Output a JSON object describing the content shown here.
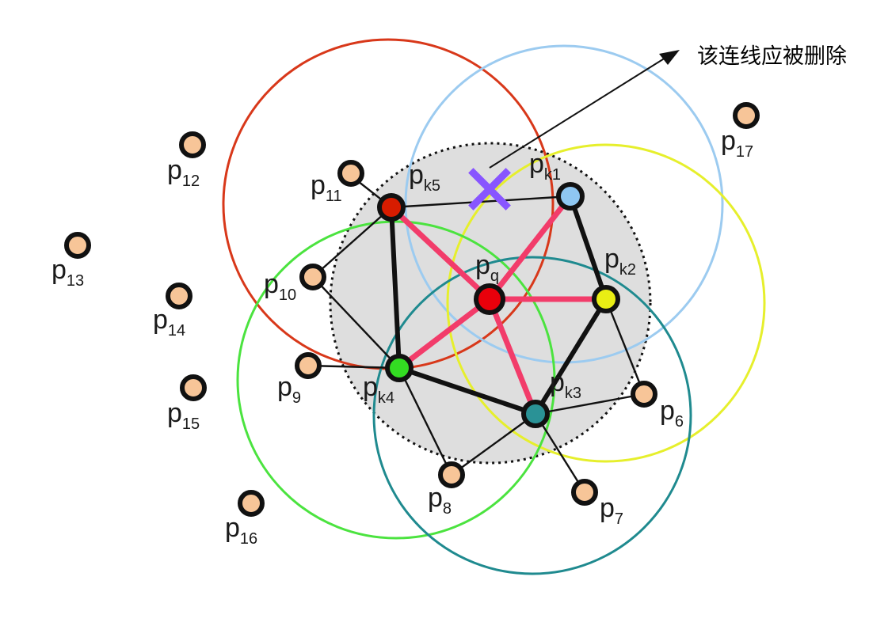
{
  "annotation": {
    "text": "该连线应被删除",
    "marker": "✕"
  },
  "colors": {
    "query": "#e8000b",
    "k1": "#8fc7f2",
    "k2": "#e9ee14",
    "k3": "#2a9296",
    "k4": "#33dd22",
    "k5": "#d81c00",
    "plain": "#f7c598",
    "circle_k1": "#9ccbf0",
    "circle_k2": "#e6ef2c",
    "circle_k3": "#1f8a8f",
    "circle_k4": "#4be33f",
    "circle_k5": "#d8381a",
    "pink": "#f23c6a",
    "mark": "#8855ff",
    "shade": "#dedede"
  },
  "points": {
    "q": {
      "base": "p",
      "sub": "q"
    },
    "k1": {
      "base": "p",
      "sub": "k1"
    },
    "k2": {
      "base": "p",
      "sub": "k2"
    },
    "k3": {
      "base": "p",
      "sub": "k3"
    },
    "k4": {
      "base": "p",
      "sub": "k4"
    },
    "k5": {
      "base": "p",
      "sub": "k5"
    },
    "p6": {
      "base": "p",
      "sub": "6"
    },
    "p7": {
      "base": "p",
      "sub": "7"
    },
    "p8": {
      "base": "p",
      "sub": "8"
    },
    "p9": {
      "base": "p",
      "sub": "9"
    },
    "p10": {
      "base": "p",
      "sub": "10"
    },
    "p11": {
      "base": "p",
      "sub": "11"
    },
    "p12": {
      "base": "p",
      "sub": "12"
    },
    "p13": {
      "base": "p",
      "sub": "13"
    },
    "p14": {
      "base": "p",
      "sub": "14"
    },
    "p15": {
      "base": "p",
      "sub": "15"
    },
    "p16": {
      "base": "p",
      "sub": "16"
    },
    "p17": {
      "base": "p",
      "sub": "17"
    }
  }
}
